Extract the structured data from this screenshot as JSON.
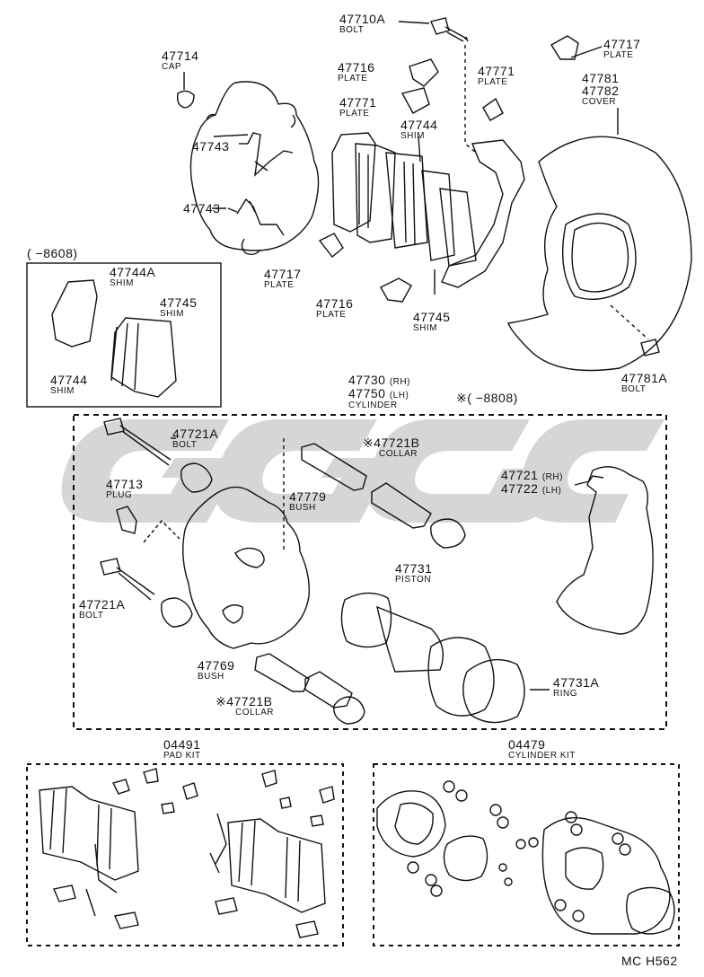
{
  "parts": {
    "bolt_47710a": {
      "number": "47710A",
      "name": "BOLT"
    },
    "cap_47714": {
      "number": "47714",
      "name": "CAP"
    },
    "plate_47716_top": {
      "number": "47716",
      "name": "PLATE"
    },
    "plate_47771_mid": {
      "number": "47771",
      "name": "PLATE"
    },
    "plate_47771_right": {
      "number": "47771",
      "name": "PLATE"
    },
    "plate_47717_top": {
      "number": "47717",
      "name": "PLATE"
    },
    "cover_47781": {
      "number": "47781",
      "number2": "47782",
      "name": "COVER"
    },
    "shim_47744_top": {
      "number": "47744",
      "name": "SHIM"
    },
    "spring_47743_a": {
      "number": "47743"
    },
    "spring_47743_b": {
      "number": "47743"
    },
    "plate_47717_mid": {
      "number": "47717",
      "name": "PLATE"
    },
    "plate_47716_mid": {
      "number": "47716",
      "name": "PLATE"
    },
    "shim_47745_mid": {
      "number": "47745",
      "name": "SHIM"
    },
    "bolt_47781a": {
      "number": "47781A",
      "name": "BOLT"
    },
    "shim_47744a_box": {
      "number": "47744A",
      "name": "SHIM"
    },
    "shim_47745_box": {
      "number": "47745",
      "name": "SHIM"
    },
    "shim_47744_box": {
      "number": "47744",
      "name": "SHIM"
    },
    "cylinder_47730": {
      "number": "47730",
      "suffix": "(RH)",
      "number2": "47750",
      "suffix2": "(LH)",
      "name": "CYLINDER"
    },
    "bolt_47721a_top": {
      "number": "47721A",
      "name": "BOLT"
    },
    "plug_47713": {
      "number": "47713",
      "name": "PLUG"
    },
    "bush_47779": {
      "number": "47779",
      "name": "BUSH"
    },
    "collar_47721b_top": {
      "number": "※47721B",
      "name": "COLLAR"
    },
    "torque_47721": {
      "number": "47721",
      "suffix": "(RH)",
      "number2": "47722",
      "suffix2": "(LH)"
    },
    "bolt_47721a_bot": {
      "number": "47721A",
      "name": "BOLT"
    },
    "piston_47731": {
      "number": "47731",
      "name": "PISTON"
    },
    "bush_47769": {
      "number": "47769",
      "name": "BUSH"
    },
    "ring_47731a": {
      "number": "47731A",
      "name": "RING"
    },
    "collar_47721b_bot": {
      "number": "※47721B",
      "name": "COLLAR"
    },
    "pad_kit_04491": {
      "number": "04491",
      "name": "PAD KIT"
    },
    "cyl_kit_04479": {
      "number": "04479",
      "name": "CYLINDER KIT"
    }
  },
  "notes": {
    "inset_range": "(    −8608)",
    "cylinder_range": "※(    −8808)"
  },
  "footer": {
    "code": "MC  H562"
  },
  "colors": {
    "ink": "#111111",
    "watermark": "#c9c9c9"
  }
}
